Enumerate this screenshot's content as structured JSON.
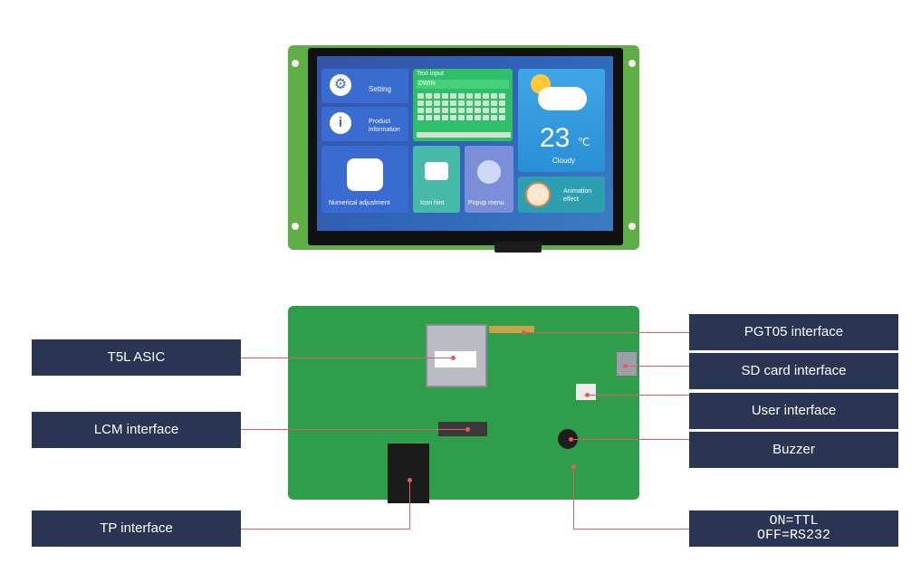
{
  "front_screen": {
    "setting_label": "Setting",
    "product_label": "Product information",
    "text_input_title": "Text input",
    "text_input_value": "DWIN",
    "weather_temp": "23",
    "weather_unit": "℃",
    "weather_text": "Cloudy",
    "numerical_label": "Numerical adjustment",
    "icon_hint_label": "Icon hint",
    "popup_label": "Popup menu",
    "animation_label": "Animation effect"
  },
  "callouts": {
    "t5l": "T5L ASIC",
    "lcm": "LCM interface",
    "tp": "TP interface",
    "pgt05": "PGT05 interface",
    "sd": "SD card interface",
    "user": "User interface",
    "buzzer": "Buzzer",
    "switch_line1": "ON=TTL",
    "switch_line2": "OFF=RS232"
  },
  "colors": {
    "callout_bg": "#2a3553",
    "leader_line": "#e35d5d",
    "pcb_green": "#2f9e4a"
  }
}
